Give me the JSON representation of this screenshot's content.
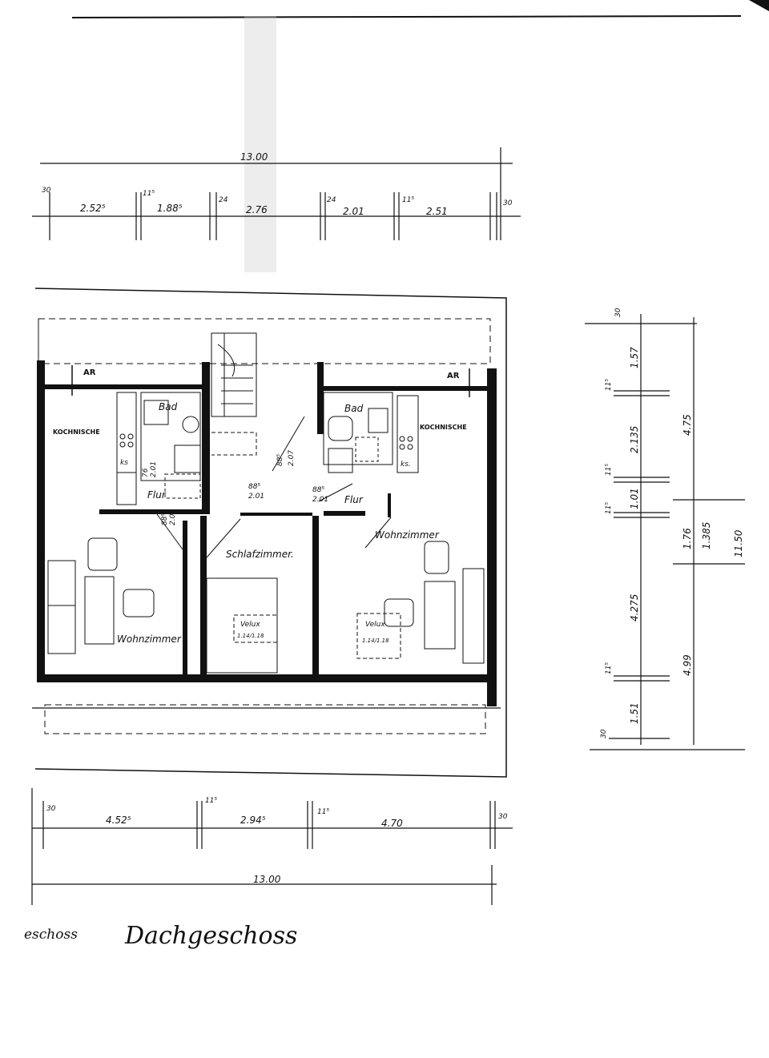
{
  "top_dims": {
    "total": "13.00",
    "segments": [
      "30",
      "2.52⁵",
      "11⁵",
      "1.88⁵",
      "24",
      "2.76",
      "24",
      "2.01",
      "11⁵",
      "2.51",
      "30"
    ]
  },
  "bottom_dims": {
    "total": "13.00",
    "segments": [
      "30",
      "4.52⁵",
      "11⁵",
      "2.94⁵",
      "11⁵",
      "4.70",
      "30"
    ]
  },
  "right_dims": {
    "inner": [
      "30",
      "1.57",
      "11⁵",
      "2.135",
      "11⁵",
      "1.01",
      "11⁵",
      "4.275",
      "11⁵",
      "1.51",
      "30"
    ],
    "mid": [
      "4.75",
      "1.76",
      "4.99"
    ],
    "outer": [
      "1.385",
      "11.50"
    ]
  },
  "rooms": {
    "kochnische_left": "KOCHNISCHE",
    "kochnische_right": "KOCHNISCHE",
    "bad_left": "Bad",
    "bad_right": "Bad",
    "flur_left": "Flur",
    "flur_right": "Flur",
    "wohnzimmer_left": "Wohnzimmer",
    "wohnzimmer_right": "Wohnzimmer",
    "schlafzimmer": "Schlafzimmer.",
    "ar_left": "AR",
    "ar_right": "AR",
    "ks_left": "ks",
    "ks_right": "ks."
  },
  "window_labels": {
    "velux_center": "Velux",
    "velux_center_size": "1.14/1.18",
    "velux_right": "Velux",
    "velux_right_size": "1.14/1.18"
  },
  "door_labels": {
    "d1": "88⁵",
    "d1b": "2.01",
    "d2": "88⁵",
    "d2b": "2.07",
    "d3": "88⁵",
    "d3b": "2.01",
    "d4": "88⁵",
    "d4b": "2.01",
    "d5": "76",
    "d5b": "2.01"
  },
  "caption": {
    "printed": "eschoss",
    "handwritten": "Dachgeschoss"
  }
}
